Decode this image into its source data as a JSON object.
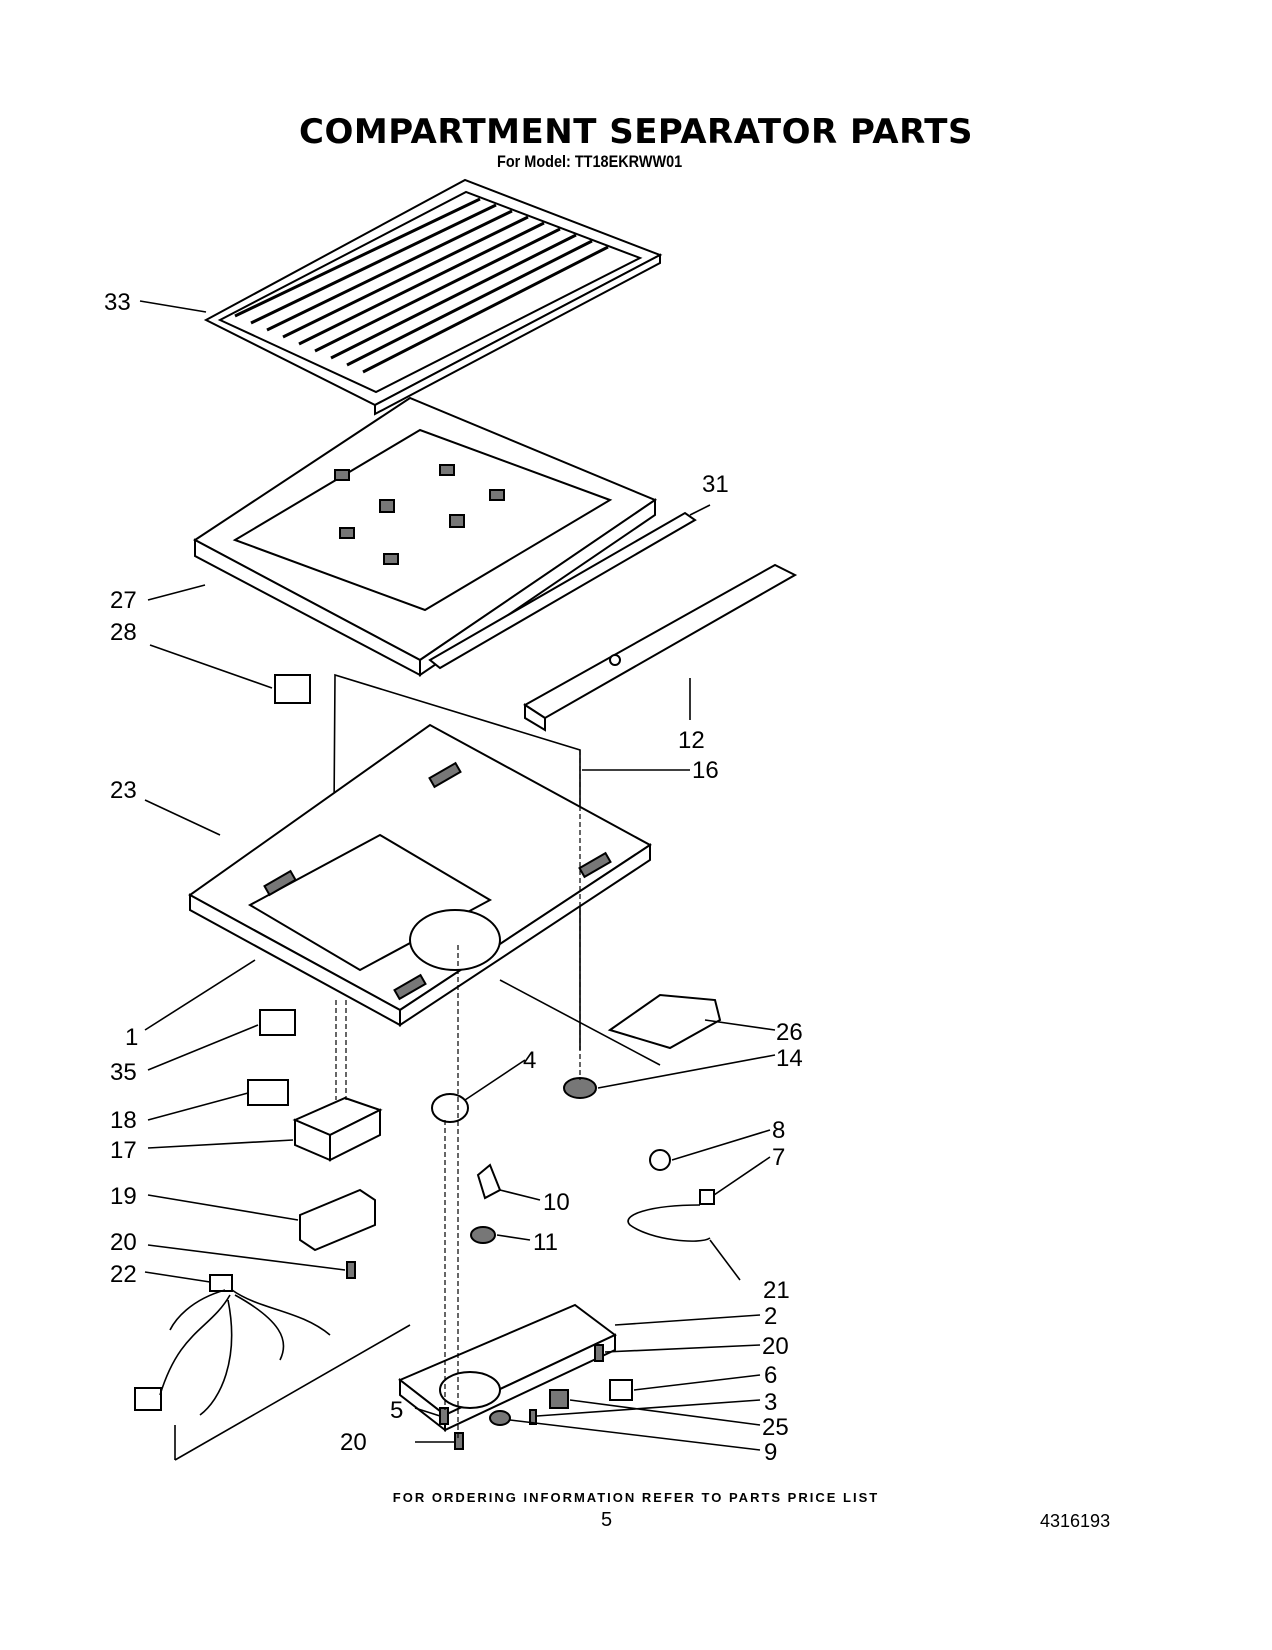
{
  "title": "COMPARTMENT SEPARATOR PARTS",
  "subtitle": "For Model: TT18EKRWW01",
  "footer_note": "FOR ORDERING INFORMATION REFER TO PARTS PRICE LIST",
  "page_number": "5",
  "doc_number": "4316193",
  "callouts": {
    "c33": "33",
    "c31": "31",
    "c27": "27",
    "c28": "28",
    "c12": "12",
    "c16": "16",
    "c23": "23",
    "c1": "1",
    "c26": "26",
    "c35": "35",
    "c4": "4",
    "c14": "14",
    "c18": "18",
    "c17": "17",
    "c8": "8",
    "c7": "7",
    "c19": "19",
    "c10": "10",
    "c11": "11",
    "c20a": "20",
    "c22": "22",
    "c21": "21",
    "c2": "2",
    "c20b": "20",
    "c6": "6",
    "c3": "3",
    "c5": "5",
    "c25": "25",
    "c20c": "20",
    "c9": "9"
  }
}
